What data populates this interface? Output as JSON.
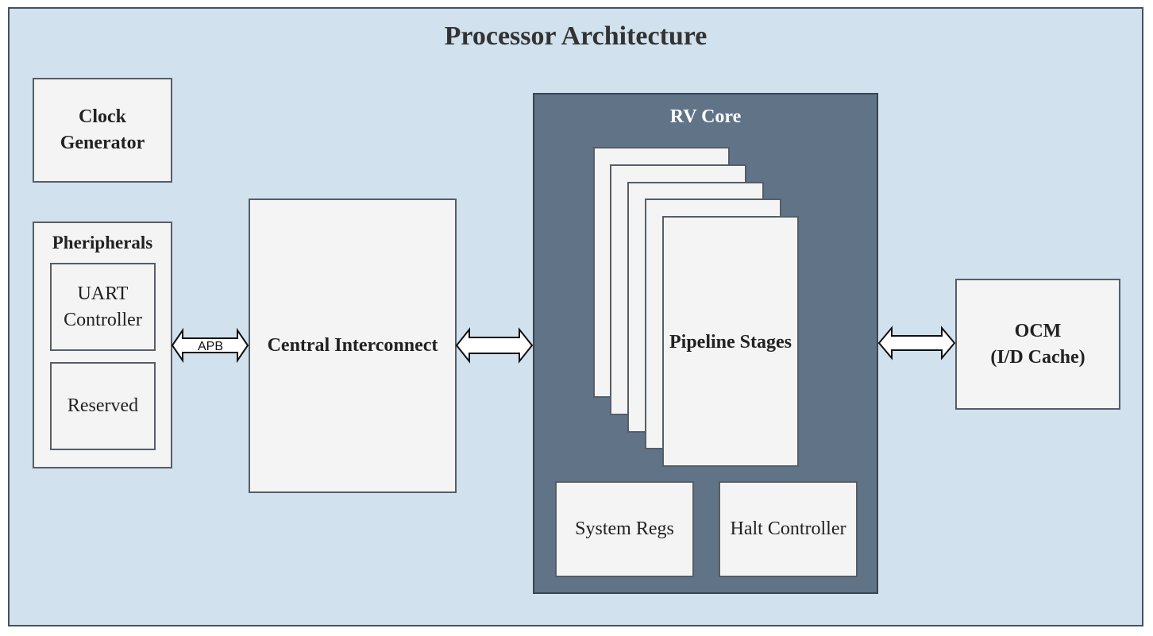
{
  "title": "Processor Architecture",
  "clock_generator": {
    "line1": "Clock",
    "line2": "Generator"
  },
  "peripherals": {
    "title": "Pheripherals",
    "uart": {
      "line1": "UART",
      "line2": "Controller"
    },
    "reserved": "Reserved"
  },
  "apb_label": "APB",
  "interconnect": "Central Interconnect",
  "core": {
    "title": "RV Core",
    "pipeline": "Pipeline Stages",
    "system_regs": "System Regs",
    "halt_controller": "Halt Controller"
  },
  "ocm": {
    "line1": "OCM",
    "line2": "(I/D Cache)"
  }
}
